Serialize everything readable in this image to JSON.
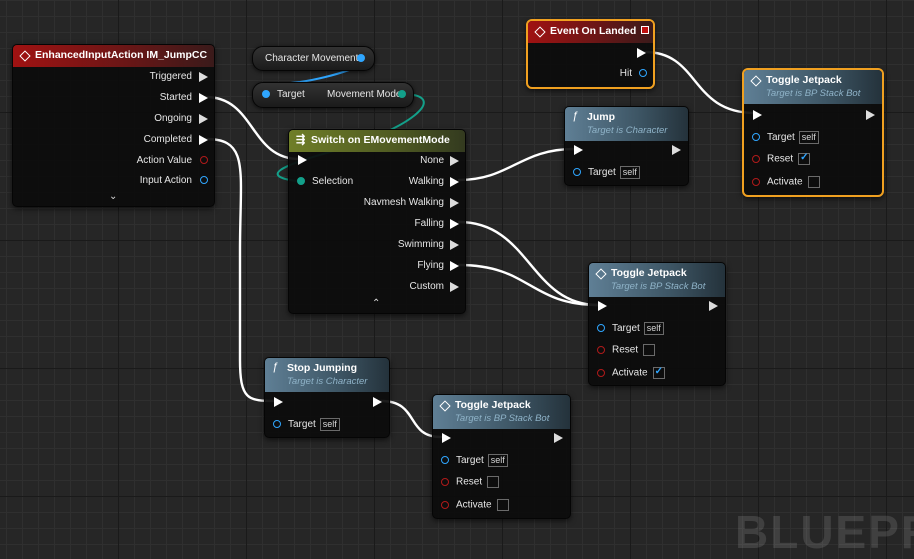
{
  "nodes": {
    "enhanced_input": {
      "title": "EnhancedInputAction IM_JumpCC",
      "pins": [
        "Triggered",
        "Started",
        "Ongoing",
        "Completed",
        "Action Value",
        "Input Action"
      ]
    },
    "character_movement": {
      "label": "Character Movement"
    },
    "get_movement_mode": {
      "target": "Target",
      "output": "Movement Mode"
    },
    "switch": {
      "title": "Switch on EMovementMode",
      "selection": "Selection",
      "outputs": [
        "None",
        "Walking",
        "Navmesh Walking",
        "Falling",
        "Swimming",
        "Flying",
        "Custom"
      ]
    },
    "jump": {
      "title": "Jump",
      "subtitle": "Target is Character",
      "target": "Target",
      "self": "self"
    },
    "event_on_landed": {
      "title": "Event On Landed",
      "hit": "Hit"
    },
    "toggle_top": {
      "title": "Toggle Jetpack",
      "subtitle": "Target is BP Stack Bot",
      "target": "Target",
      "self": "self",
      "reset": "Reset",
      "activate": "Activate"
    },
    "toggle_mid": {
      "title": "Toggle Jetpack",
      "subtitle": "Target is BP Stack Bot",
      "target": "Target",
      "self": "self",
      "reset": "Reset",
      "activate": "Activate"
    },
    "stop_jumping": {
      "title": "Stop Jumping",
      "subtitle": "Target is Character",
      "target": "Target",
      "self": "self"
    },
    "toggle_bot": {
      "title": "Toggle Jetpack",
      "subtitle": "Target is BP Stack Bot",
      "target": "Target",
      "self": "self",
      "reset": "Reset",
      "activate": "Activate"
    }
  },
  "watermark": "BLUEPR",
  "colors": {
    "exec": "#ffffff",
    "object": "#2fa6ff",
    "bool": "#b01a1a",
    "enum": "#13a08a",
    "selection_outline": "#f0a020"
  }
}
